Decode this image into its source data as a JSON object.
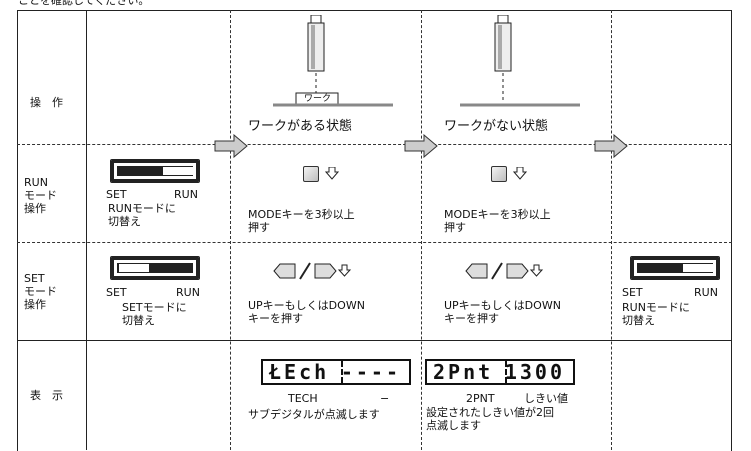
{
  "intro": "ことを確認してください。",
  "rows": {
    "operation": "操　作",
    "run_mode": "RUN\nモード\n操作",
    "set_mode": "SET\nモード\n操作",
    "display": "表　示"
  },
  "states": {
    "workpiece_label": "ワーク",
    "with_workpiece": "ワークがある状態",
    "without_workpiece": "ワークがない状態"
  },
  "run_row": {
    "switch_set": "SET",
    "switch_run": "RUN",
    "switch_caption": "RUNモードに\n切替え",
    "mode_text": "MODEキーを3秒以上\n押す",
    "mode_text_2": "MODEキーを3秒以上\n押す"
  },
  "set_row": {
    "switch_set": "SET",
    "switch_run": "RUN",
    "switch_caption": "SETモードに\n切替え",
    "updown_text": "UPキーもしくはDOWN\nキーを押す",
    "updown_text_2": "UPキーもしくはDOWN\nキーを押す",
    "switch_set_2": "SET",
    "switch_run_2": "RUN",
    "switch_caption_2": "RUNモードに\n切替え"
  },
  "display_row": {
    "seg1_left": "ŁEch",
    "seg1_right": "----",
    "seg1_caption_left": "TECH",
    "seg1_caption_right": "−",
    "seg1_note": "サブデジタルが点滅します",
    "seg2_left": "2Pnt",
    "seg2_right": "1300",
    "seg2_caption_left": "2PNT",
    "seg2_caption_right": "しきい値",
    "seg2_note": "設定されたしきい値が2回\n点滅します"
  },
  "icons": {
    "arrow": "right-arrow-icon",
    "key": "mode-key-icon",
    "left_key": "left-key-icon",
    "right_key": "right-key-icon",
    "down_arrow": "down-arrow-icon",
    "sensor": "sensor-probe-icon"
  }
}
